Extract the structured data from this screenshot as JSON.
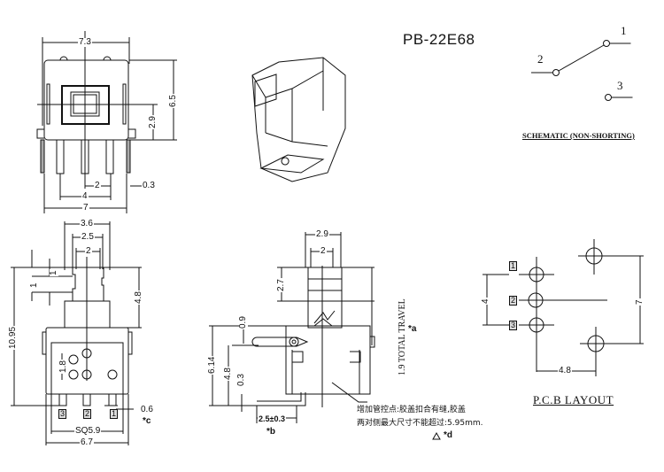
{
  "title": "PB-22E68",
  "top_view": {
    "dims": {
      "width_top": "7.3",
      "height": "6.5",
      "center_height": "2.9",
      "pin_pitch": "2",
      "pin_span": "4",
      "width": "7",
      "pin_thickness": "0.3"
    }
  },
  "front_view": {
    "dims": {
      "w1": "3.6",
      "w2": "2.5",
      "w3": "2",
      "step1": "1",
      "step2": "1",
      "plunger_h": "4.8",
      "total_h": "10.95",
      "hole_pitch": "1.8",
      "pin_w": "0.6",
      "sq": "SQ5.9",
      "width": "6.7"
    },
    "pins": [
      "3",
      "2",
      "1"
    ],
    "note_c": "*c"
  },
  "side_view": {
    "dims": {
      "w1": "2.9",
      "w2": "2",
      "h1": "2.7",
      "d1": "0.9",
      "h2": "6.14",
      "h3": "4.8",
      "t": "0.3",
      "lead": "2.5±0.3"
    },
    "travel": "1.9 TOTAL TRAVEL",
    "note_a": "*a",
    "note_b": "*b",
    "note_d": "*d",
    "cn_line1": "增加管控点:胶盖扣合有缝,胶盖",
    "cn_line2": "两对侧最大尺寸不能超过:5.95mm."
  },
  "schematic": {
    "label": "SCHEMATIC (NON-SHORTING)",
    "terminals": [
      "1",
      "2",
      "3"
    ]
  },
  "pcb": {
    "label": "P.C.B LAYOUT",
    "pins": [
      "1",
      "2",
      "3"
    ],
    "dims": {
      "pitch": "4",
      "span": "7",
      "offset": "4.8"
    }
  }
}
